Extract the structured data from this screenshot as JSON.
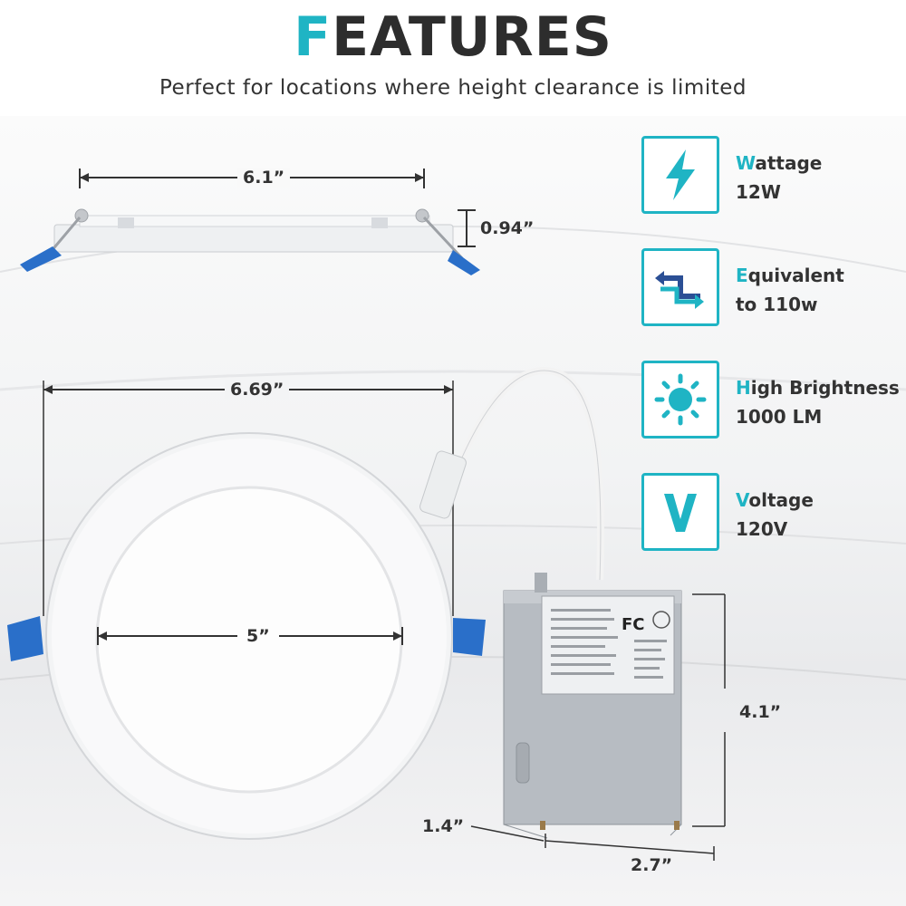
{
  "header": {
    "title_accent": "F",
    "title_rest": "EATURES",
    "subtitle": "Perfect for locations where height clearance is limited"
  },
  "features": [
    {
      "icon": "lightning-bolt-icon",
      "accent": "W",
      "name": "attage",
      "value": "12W"
    },
    {
      "icon": "exchange-arrows-icon",
      "accent": "E",
      "name": "quivalent",
      "value": "to 110w"
    },
    {
      "icon": "sun-icon",
      "accent": "H",
      "name": "igh Brightness",
      "value": "1000 LM"
    },
    {
      "icon": "voltage-v-icon",
      "accent": "V",
      "name": "oltage",
      "value": "120V"
    }
  ],
  "dimensions": {
    "top_width": "6.1”",
    "top_height": "0.94”",
    "outer_diameter": "6.69”",
    "inner_diameter": "5”",
    "box_height": "4.1”",
    "box_depth": "1.4”",
    "box_width": "2.7”"
  },
  "junction_box_label": {
    "logo": "FC"
  },
  "colors": {
    "accent": "#1fb4c4",
    "clip_blue": "#2a6fc9",
    "box_gray": "#b7bcc2"
  }
}
